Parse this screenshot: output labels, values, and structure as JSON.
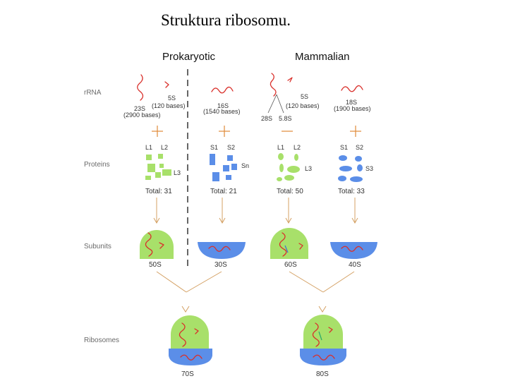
{
  "title": "Struktura ribosomu.",
  "columns": {
    "prokaryotic": "Prokaryotic",
    "mammalian": "Mammalian"
  },
  "rows": {
    "rrna": "rRNA",
    "proteins": "Proteins",
    "subunits": "Subunits",
    "ribosomes": "Ribosomes"
  },
  "rrna_labels": {
    "pro_5s": "5S",
    "pro_5s_bases": "(120 bases)",
    "pro_23s": "23S",
    "pro_23s_bases": "(2900 bases)",
    "pro_16s": "16S",
    "pro_16s_bases": "(1540 bases)",
    "mam_5s": "5S",
    "mam_5s_bases": "(120 bases)",
    "mam_28s": "28S",
    "mam_58s": "5.8S",
    "mam_18s": "18S",
    "mam_18s_bases": "(1900 bases)"
  },
  "protein_labels": {
    "pro_large_l1": "L1",
    "pro_large_l2": "L2",
    "pro_large_l3": "L3",
    "pro_large_total": "Total: 31",
    "pro_small_s1": "S1",
    "pro_small_s2": "S2",
    "pro_small_sn": "Sn",
    "pro_small_total": "Total: 21",
    "mam_large_l1": "L1",
    "mam_large_l2": "L2",
    "mam_large_l3": "L3",
    "mam_large_total": "Total: 50",
    "mam_small_s1": "S1",
    "mam_small_s2": "S2",
    "mam_small_s3": "S3",
    "mam_small_total": "Total: 33"
  },
  "subunit_labels": {
    "pro_large": "50S",
    "pro_small": "30S",
    "mam_large": "60S",
    "mam_small": "40S"
  },
  "ribosome_labels": {
    "prokaryotic": "70S",
    "mammalian": "80S"
  },
  "colors": {
    "large_subunit": "#a8e06a",
    "small_subunit": "#5b8ee8",
    "rrna": "#d9302b",
    "arrow": "#d4a063"
  }
}
